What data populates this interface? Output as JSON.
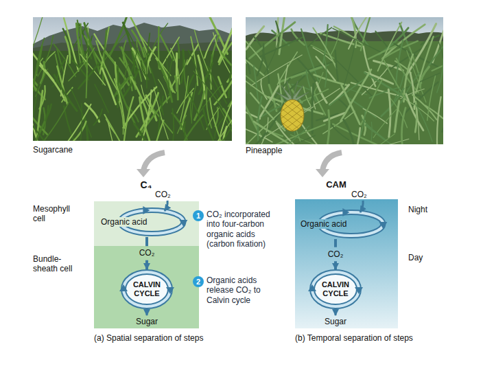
{
  "diagram": {
    "nodes": [
      {
        "text": [
          "Mesophyll cell"
        ]
      },
      {
        "text": [
          "Organic acid"
        ],
        "in": 0
      },
      {
        "text": [
          "Bundle-sheath cell"
        ]
      },
      {
        "text": [
          "CALVIN CYCLE"
        ],
        "in": 2
      },
      {
        "text": [
          "1",
          "CO₂ incorporated into four-carbon organic acids (carbon fixation)"
        ]
      },
      {
        "text": [
          "2",
          "Organic acids release CO₂ to Calvin cycle"
        ]
      },
      {
        "text": [
          "Night",
          "Day"
        ]
      },
      {
        "text": [
          "Organic acid"
        ],
        "in": 6
      },
      {
        "text": [
          "CALVIN CYCLE"
        ],
        "in": 6
      }
    ],
    "edges": [
      {
        "from": 1,
        "to": 3,
        "arrow": "to",
        "label": "CO₂"
      },
      {
        "from": 7,
        "to": 8,
        "arrow": "to",
        "label": "CO₂"
      }
    ],
    "labels": [
      "Sugarcane",
      "Pineapple",
      "C₄",
      "CAM",
      "CO₂",
      "CO₂",
      "Sugar",
      "Sugar",
      "(a) Spatial separation of steps",
      "(b) Temporal separation of steps"
    ]
  }
}
